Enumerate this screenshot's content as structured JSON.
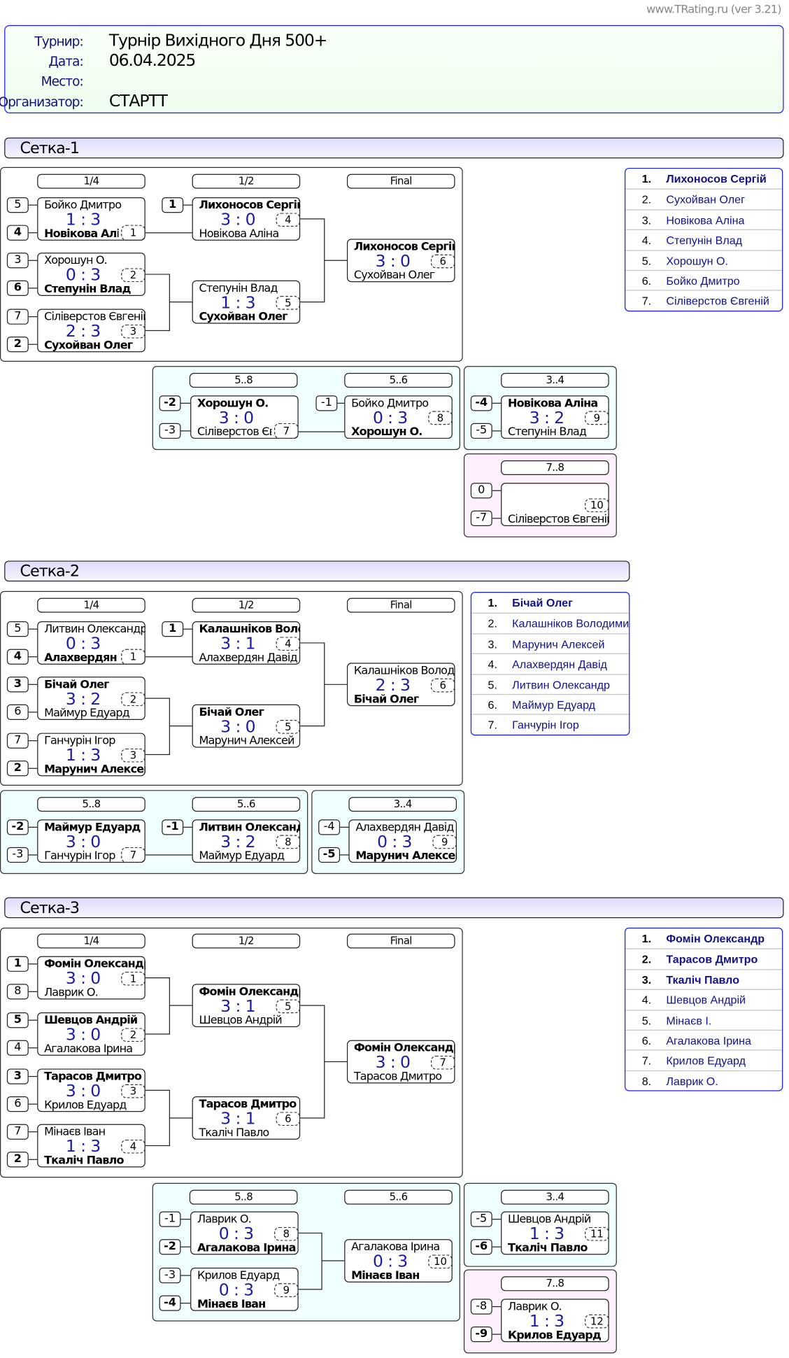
{
  "site": "www.TRating.ru (ver 3.21)",
  "info": [
    {
      "label": "Турнир:",
      "value": "Турнір Вихідного Дня 500+"
    },
    {
      "label": "Дата:",
      "value": "06.04.2025"
    },
    {
      "label": "Место:",
      "value": ""
    },
    {
      "label": "Организатор:",
      "value": "СТАРТТ"
    }
  ],
  "sections": [
    {
      "title": "Сетка-1",
      "headers": [
        "1/4",
        "1/2",
        "Final",
        "5..8",
        "5..6",
        "3..4",
        "7..8"
      ],
      "matches": [
        {
          "no": "1",
          "score": "1 : 3",
          "top": {
            "seed": "5",
            "name": "Бойко Дмитро",
            "win": false
          },
          "bottom": {
            "seed": "4",
            "name": "Новікова Аліна",
            "win": true
          }
        },
        {
          "no": "2",
          "score": "0 : 3",
          "top": {
            "seed": "3",
            "name": "Хорошун О.",
            "win": false
          },
          "bottom": {
            "seed": "6",
            "name": "Степунін Влад",
            "win": true
          }
        },
        {
          "no": "3",
          "score": "2 : 3",
          "top": {
            "seed": "7",
            "name": "Сіліверстов Євгеній",
            "win": false
          },
          "bottom": {
            "seed": "2",
            "name": "Сухойван Олег",
            "win": true
          }
        },
        {
          "no": "4",
          "score": "3 : 0",
          "top": {
            "seed": "1",
            "name": "Лихоносов Сергій",
            "win": true
          },
          "bottom": {
            "seed": null,
            "name": "Новікова Аліна",
            "win": false
          }
        },
        {
          "no": "5",
          "score": "1 : 3",
          "top": {
            "seed": null,
            "name": "Степунін Влад",
            "win": false
          },
          "bottom": {
            "seed": null,
            "name": "Сухойван Олег",
            "win": true
          }
        },
        {
          "no": "6",
          "score": "3 : 0",
          "top": {
            "seed": null,
            "name": "Лихоносов Сергій",
            "win": true
          },
          "bottom": {
            "seed": null,
            "name": "Сухойван Олег",
            "win": false
          }
        },
        {
          "no": "7",
          "score": "3 : 0",
          "top": {
            "seed": "-2",
            "name": "Хорошун О.",
            "win": true
          },
          "bottom": {
            "seed": "-3",
            "name": "Сіліверстов Євгеній",
            "win": false
          }
        },
        {
          "no": "8",
          "score": "0 : 3",
          "top": {
            "seed": "-1",
            "name": "Бойко Дмитро",
            "win": false
          },
          "bottom": {
            "seed": null,
            "name": "Хорошун О.",
            "win": true
          }
        },
        {
          "no": "9",
          "score": "3 : 2",
          "top": {
            "seed": "-4",
            "name": "Новікова Аліна",
            "win": true
          },
          "bottom": {
            "seed": "-5",
            "name": "Степунін Влад",
            "win": false
          }
        },
        {
          "no": "10",
          "score": "",
          "top": {
            "seed": "0",
            "name": "",
            "win": false
          },
          "bottom": {
            "seed": "-7",
            "name": "Сіліверстов Євгеній",
            "win": false
          }
        }
      ],
      "standings": [
        {
          "place": "1.",
          "name": "Лихоносов Сергій",
          "bold": true
        },
        {
          "place": "2.",
          "name": "Сухойван Олег",
          "bold": false
        },
        {
          "place": "3.",
          "name": "Новікова Аліна",
          "bold": false
        },
        {
          "place": "4.",
          "name": "Степунін Влад",
          "bold": false
        },
        {
          "place": "5.",
          "name": "Хорошун О.",
          "bold": false
        },
        {
          "place": "6.",
          "name": "Бойко Дмитро",
          "bold": false
        },
        {
          "place": "7.",
          "name": "Сіліверстов Євгеній",
          "bold": false
        }
      ]
    },
    {
      "title": "Сетка-2",
      "headers": [
        "1/4",
        "1/2",
        "Final",
        "5..8",
        "5..6",
        "3..4"
      ],
      "matches": [
        {
          "no": "1",
          "score": "0 : 3",
          "top": {
            "seed": "5",
            "name": "Литвин Олександр",
            "win": false
          },
          "bottom": {
            "seed": "4",
            "name": "Алахвердян Давід",
            "win": true
          }
        },
        {
          "no": "2",
          "score": "3 : 2",
          "top": {
            "seed": "3",
            "name": "Бічай Олег",
            "win": true
          },
          "bottom": {
            "seed": "6",
            "name": "Маймур Едуард",
            "win": false
          }
        },
        {
          "no": "3",
          "score": "1 : 3",
          "top": {
            "seed": "7",
            "name": "Ганчурін Ігор",
            "win": false
          },
          "bottom": {
            "seed": "2",
            "name": "Марунич Алексей",
            "win": true
          }
        },
        {
          "no": "4",
          "score": "3 : 1",
          "top": {
            "seed": "1",
            "name": "Калашніков Володимир",
            "win": true
          },
          "bottom": {
            "seed": null,
            "name": "Алахвердян Давід",
            "win": false
          }
        },
        {
          "no": "5",
          "score": "3 : 0",
          "top": {
            "seed": null,
            "name": "Бічай Олег",
            "win": true
          },
          "bottom": {
            "seed": null,
            "name": "Марунич Алексей",
            "win": false
          }
        },
        {
          "no": "6",
          "score": "2 : 3",
          "top": {
            "seed": null,
            "name": "Калашніков Володимир",
            "win": false
          },
          "bottom": {
            "seed": null,
            "name": "Бічай Олег",
            "win": true
          }
        },
        {
          "no": "7",
          "score": "3 : 0",
          "top": {
            "seed": "-2",
            "name": "Маймур Едуард",
            "win": true
          },
          "bottom": {
            "seed": "-3",
            "name": "Ганчурін Ігор",
            "win": false
          }
        },
        {
          "no": "8",
          "score": "3 : 2",
          "top": {
            "seed": "-1",
            "name": "Литвин Олександр",
            "win": true
          },
          "bottom": {
            "seed": null,
            "name": "Маймур Едуард",
            "win": false
          }
        },
        {
          "no": "9",
          "score": "0 : 3",
          "top": {
            "seed": "-4",
            "name": "Алахвердян Давід",
            "win": false
          },
          "bottom": {
            "seed": "-5",
            "name": "Марунич Алексей",
            "win": true
          }
        }
      ],
      "standings": [
        {
          "place": "1.",
          "name": "Бічай Олег",
          "bold": true
        },
        {
          "place": "2.",
          "name": "Калашніков Володимир",
          "bold": false
        },
        {
          "place": "3.",
          "name": "Марунич Алексей",
          "bold": false
        },
        {
          "place": "4.",
          "name": "Алахвердян Давід",
          "bold": false
        },
        {
          "place": "5.",
          "name": "Литвин Олександр",
          "bold": false
        },
        {
          "place": "6.",
          "name": "Маймур Едуард",
          "bold": false
        },
        {
          "place": "7.",
          "name": "Ганчурін Ігор",
          "bold": false
        }
      ]
    },
    {
      "title": "Сетка-3",
      "headers": [
        "1/4",
        "1/2",
        "Final",
        "5..8",
        "5..6",
        "3..4",
        "7..8"
      ],
      "matches": [
        {
          "no": "1",
          "score": "3 : 0",
          "top": {
            "seed": "1",
            "name": "Фомін Олександр",
            "win": true
          },
          "bottom": {
            "seed": "8",
            "name": "Лаврик О.",
            "win": false
          }
        },
        {
          "no": "2",
          "score": "3 : 0",
          "top": {
            "seed": "5",
            "name": "Шевцов Андрій",
            "win": true
          },
          "bottom": {
            "seed": "4",
            "name": "Агалакова Ірина",
            "win": false
          }
        },
        {
          "no": "3",
          "score": "3 : 0",
          "top": {
            "seed": "3",
            "name": "Тарасов Дмитро",
            "win": true
          },
          "bottom": {
            "seed": "6",
            "name": "Крилов Едуард",
            "win": false
          }
        },
        {
          "no": "4",
          "score": "1 : 3",
          "top": {
            "seed": "7",
            "name": "Мінаєв Іван",
            "win": false
          },
          "bottom": {
            "seed": "2",
            "name": "Ткаліч Павло",
            "win": true
          }
        },
        {
          "no": "5",
          "score": "3 : 1",
          "top": {
            "seed": null,
            "name": "Фомін Олександр",
            "win": true
          },
          "bottom": {
            "seed": null,
            "name": "Шевцов Андрій",
            "win": false
          }
        },
        {
          "no": "6",
          "score": "3 : 1",
          "top": {
            "seed": null,
            "name": "Тарасов Дмитро",
            "win": true
          },
          "bottom": {
            "seed": null,
            "name": "Ткаліч Павло",
            "win": false
          }
        },
        {
          "no": "7",
          "score": "3 : 0",
          "top": {
            "seed": null,
            "name": "Фомін Олександр",
            "win": true
          },
          "bottom": {
            "seed": null,
            "name": "Тарасов Дмитро",
            "win": false
          }
        },
        {
          "no": "8",
          "score": "0 : 3",
          "top": {
            "seed": "-1",
            "name": "Лаврик О.",
            "win": false
          },
          "bottom": {
            "seed": "-2",
            "name": "Агалакова Ірина",
            "win": true
          }
        },
        {
          "no": "9",
          "score": "0 : 3",
          "top": {
            "seed": "-3",
            "name": "Крилов Едуард",
            "win": false
          },
          "bottom": {
            "seed": "-4",
            "name": "Мінаєв Іван",
            "win": true
          }
        },
        {
          "no": "10",
          "score": "0 : 3",
          "top": {
            "seed": null,
            "name": "Агалакова Ірина",
            "win": false
          },
          "bottom": {
            "seed": null,
            "name": "Мінаєв Іван",
            "win": true
          }
        },
        {
          "no": "11",
          "score": "1 : 3",
          "top": {
            "seed": "-5",
            "name": "Шевцов Андрій",
            "win": false
          },
          "bottom": {
            "seed": "-6",
            "name": "Ткаліч Павло",
            "win": true
          }
        },
        {
          "no": "12",
          "score": "1 : 3",
          "top": {
            "seed": "-8",
            "name": "Лаврик О.",
            "win": false
          },
          "bottom": {
            "seed": "-9",
            "name": "Крилов Едуард",
            "win": true
          }
        }
      ],
      "standings": [
        {
          "place": "1.",
          "name": "Фомін Олександр",
          "bold": true
        },
        {
          "place": "2.",
          "name": "Тарасов Дмитро",
          "bold": true
        },
        {
          "place": "3.",
          "name": "Ткаліч Павло",
          "bold": true
        },
        {
          "place": "4.",
          "name": "Шевцов Андрій",
          "bold": false
        },
        {
          "place": "5.",
          "name": "Мінаєв І.",
          "bold": false
        },
        {
          "place": "6.",
          "name": "Агалакова Ірина",
          "bold": false
        },
        {
          "place": "7.",
          "name": "Крилов Едуард",
          "bold": false
        },
        {
          "place": "8.",
          "name": "Лаврик О.",
          "bold": false
        }
      ]
    }
  ]
}
